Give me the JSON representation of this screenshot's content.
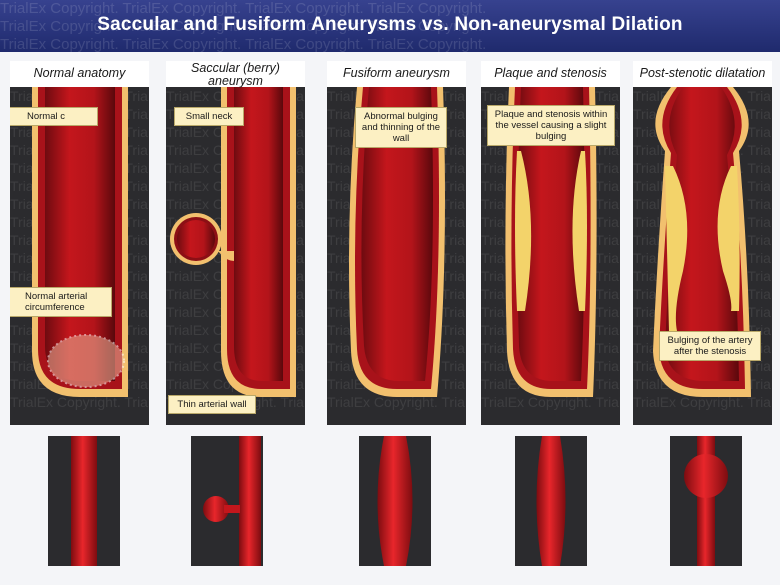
{
  "title": "Saccular and Fusiform Aneurysms vs. Non-aneurysmal Dilation",
  "watermark": "TrialEx Copyright. TrialEx Copyright. TrialEx Copyright. TrialEx Copyright.",
  "panels": [
    {
      "title": "Normal anatomy",
      "callouts": [
        "Normal c",
        "Normal arterial circumference"
      ]
    },
    {
      "title": "Saccular (berry) aneurysm",
      "callouts": [
        "Small neck",
        "Thin arterial wall"
      ]
    },
    {
      "title": "Fusiform aneurysm",
      "callouts": [
        "Abnormal bulging and thinning of the wall"
      ]
    },
    {
      "title": "Plaque and stenosis",
      "callouts": [
        "Plaque and stenosis within the vessel causing a slight bulging"
      ]
    },
    {
      "title": "Post-stenotic dilatation",
      "callouts": [
        "Bulging of the artery after the stenosis"
      ]
    }
  ],
  "colors": {
    "header": "#28337a",
    "vessel": "#c4161c",
    "wall": "#f2c06e",
    "plaque": "#f3d36a"
  }
}
